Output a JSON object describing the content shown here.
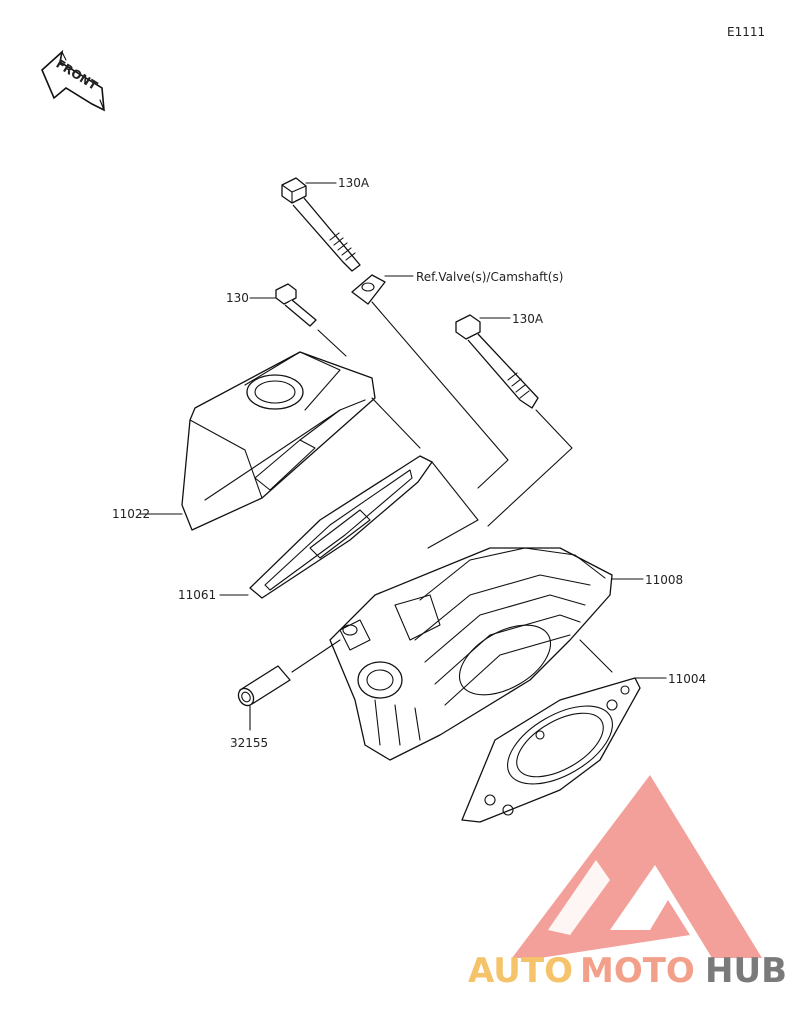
{
  "diagram_code": "E1111",
  "front_label": "FRONT",
  "parts": {
    "bolt_130A_top": "130A",
    "bolt_130": "130",
    "bolt_130A_right": "130A",
    "ref_valve": "Ref.Valve(s)/Camshaft(s)",
    "head_cover": "11022",
    "cover_gasket": "11061",
    "cylinder_head": "11008",
    "head_gasket": "11004",
    "dowel_pin": "32155"
  },
  "watermark": {
    "part1": "AUTO",
    "part2": "MOTO",
    "part3": "HUB"
  },
  "colors": {
    "logo_red": "#f08f87",
    "auto_color": "#f5c36a",
    "moto_color": "#f3a08a",
    "hub_color": "#7a7a7a"
  }
}
